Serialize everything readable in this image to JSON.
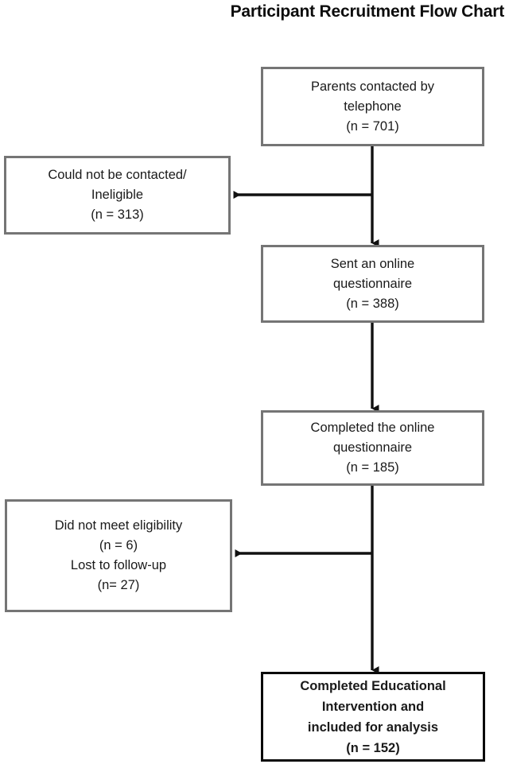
{
  "title": "Participant Recruitment Flow Chart",
  "colors": {
    "main_box_border": "#757575",
    "exclusion_box_border": "#757575",
    "final_box_border": "#0a0a0a",
    "connector": "#111111",
    "background": "#ffffff",
    "text": "#1a1a1a"
  },
  "chart_data": {
    "type": "diagram",
    "diagram_kind": "flow-chart",
    "title": "Participant Recruitment Flow Chart",
    "orientation": "top-to-bottom",
    "nodes": [
      {
        "id": "contacted",
        "role": "main",
        "text": "Parents contacted by\ntelephone\n(n = 701)",
        "label": "Parents contacted by telephone",
        "count_label": "(n = 701)",
        "n": 701,
        "bold": false
      },
      {
        "id": "not-contacted",
        "role": "exclusion",
        "text": "Could not be contacted/\nIneligible\n(n = 313)",
        "label": "Could not be contacted/ Ineligible",
        "count_label": "(n = 313)",
        "n": 313,
        "bold": false
      },
      {
        "id": "sent-questionnaire",
        "role": "main",
        "text": "Sent an online\nquestionnaire\n(n = 388)",
        "label": "Sent an online questionnaire",
        "count_label": "(n = 388)",
        "n": 388,
        "bold": false
      },
      {
        "id": "completed-questionnaire",
        "role": "main",
        "text": "Completed the online\nquestionnaire\n(n = 185)",
        "label": "Completed the online questionnaire",
        "count_label": "(n = 185)",
        "n": 185,
        "bold": false
      },
      {
        "id": "ineligible-lost",
        "role": "exclusion",
        "text": "Did not meet eligibility\n(n = 6)\nLost to follow-up\n(n= 27)",
        "label": "Did not meet eligibility / Lost to follow-up",
        "count_label": "(n = 6) / (n= 27)",
        "n": 33,
        "bold": false
      },
      {
        "id": "completed-intervention",
        "role": "final",
        "text": "Completed Educational\nIntervention and\nincluded for analysis\n(n = 152)",
        "label": "Completed Educational Intervention and included for analysis",
        "count_label": "(n = 152)",
        "n": 152,
        "bold": true
      }
    ],
    "edges": [
      {
        "from": "contacted",
        "to": "sent-questionnaire",
        "direction": "down",
        "arrow": true
      },
      {
        "from": "contacted",
        "to": "not-contacted",
        "direction": "left",
        "arrow": true
      },
      {
        "from": "sent-questionnaire",
        "to": "completed-questionnaire",
        "direction": "down",
        "arrow": true
      },
      {
        "from": "completed-questionnaire",
        "to": "completed-intervention",
        "direction": "down",
        "arrow": true
      },
      {
        "from": "completed-questionnaire",
        "to": "ineligible-lost",
        "direction": "left",
        "arrow": true
      }
    ]
  }
}
